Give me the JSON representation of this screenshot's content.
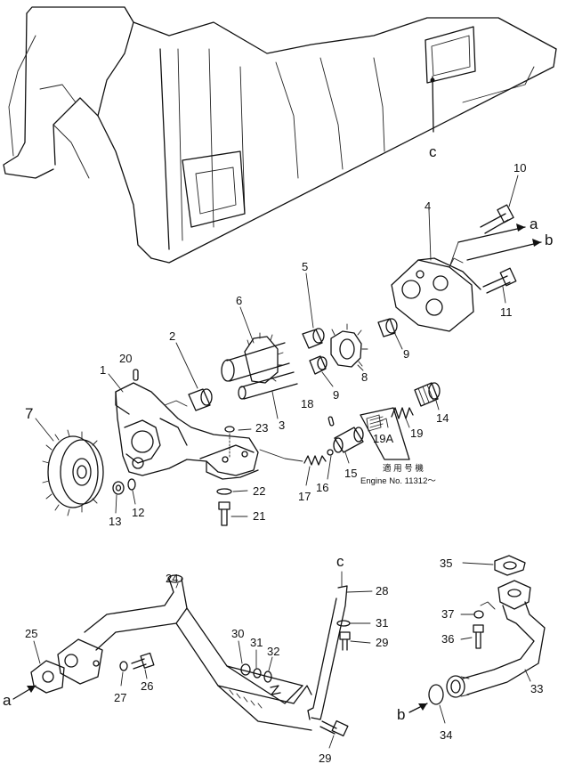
{
  "callouts": {
    "p1": "1",
    "p2": "2",
    "p3": "3",
    "p4": "4",
    "p5": "5",
    "p6": "6",
    "p7": "7",
    "p8": "8",
    "p9a": "9",
    "p9b": "9",
    "p10": "10",
    "p11": "11",
    "p12": "12",
    "p13": "13",
    "p14": "14",
    "p15": "15",
    "p16": "16",
    "p17": "17",
    "p18": "18",
    "p19": "19",
    "p19a": "19A",
    "p20": "20",
    "p21": "21",
    "p22": "22",
    "p23": "23",
    "p24": "24",
    "p25": "25",
    "p26": "26",
    "p27": "27",
    "p28": "28",
    "p29a": "29",
    "p29b": "29",
    "p30": "30",
    "p31a": "31",
    "p31b": "31",
    "p32": "32",
    "p33": "33",
    "p34": "34",
    "p35": "35",
    "p36": "36",
    "p37": "37"
  },
  "refs": {
    "c_top": "c",
    "c_bracket": "c",
    "a_pump": "a",
    "b_pump": "b",
    "a_pipe": "a",
    "b_pipe": "b"
  },
  "note": {
    "line1": "適 用 号 機",
    "line2": "Engine No. 11312～"
  }
}
